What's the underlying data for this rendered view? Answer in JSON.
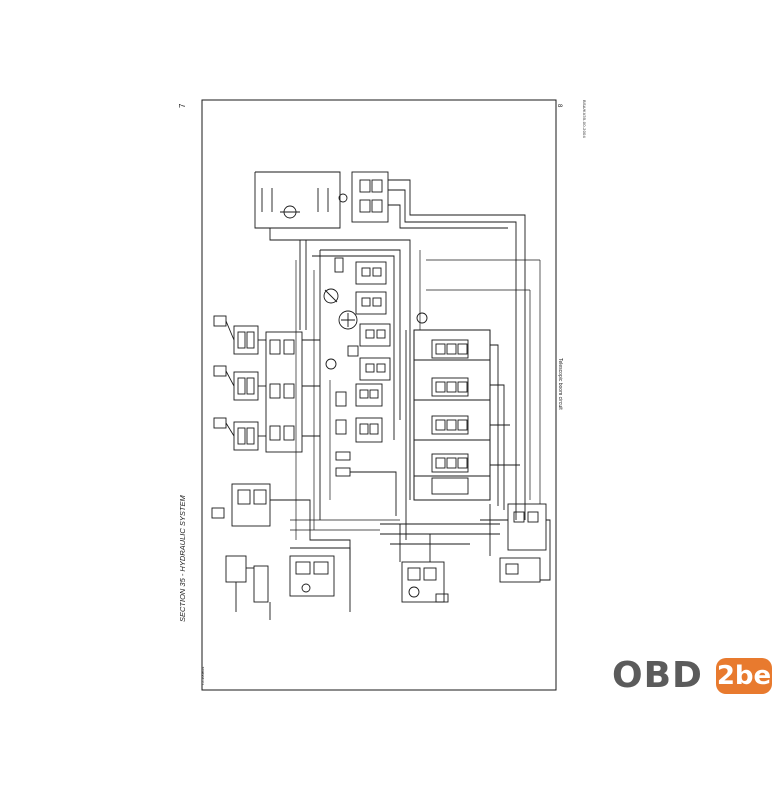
{
  "document": {
    "section_header": "SECTION 35 - HYDRAULIC SYSTEM",
    "page_number_top": "7",
    "page_number_right": "8",
    "reference_code": "BSA/KI/35-00-2004",
    "figure_caption": "Telescopic boom circuit",
    "sheet_id": "T5-100814"
  },
  "watermark": {
    "text": "OBD",
    "badge_text": "2be",
    "text_color": "#5b5b5b",
    "badge_color": "#e87a2e"
  },
  "colors": {
    "line": "#1a1a1a",
    "paper": "#ffffff"
  }
}
